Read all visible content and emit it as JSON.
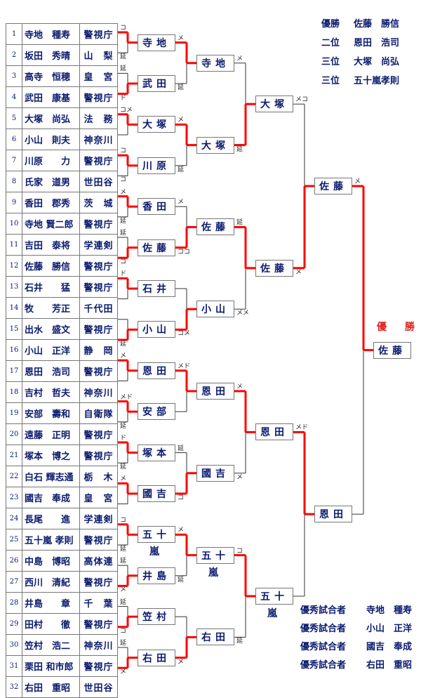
{
  "entrants": [
    {
      "no": "1",
      "name": "寺地　種寿",
      "team": "警視庁"
    },
    {
      "no": "2",
      "name": "坂田　秀晴",
      "team": "山　梨"
    },
    {
      "no": "3",
      "name": "高寺　恒穂",
      "team": "皇　宮"
    },
    {
      "no": "4",
      "name": "武田　康基",
      "team": "警視庁"
    },
    {
      "no": "5",
      "name": "大塚　尚弘",
      "team": "法　務"
    },
    {
      "no": "6",
      "name": "小山　則夫",
      "team": "神奈川"
    },
    {
      "no": "7",
      "name": "川原　　力",
      "team": "警視庁"
    },
    {
      "no": "8",
      "name": "氏家　道男",
      "team": "世田谷"
    },
    {
      "no": "9",
      "name": "香田　郡秀",
      "team": "茨　城"
    },
    {
      "no": "10",
      "name": "寺地 賢二郎",
      "team": "警視庁"
    },
    {
      "no": "11",
      "name": "吉田　泰将",
      "team": "学連剣"
    },
    {
      "no": "12",
      "name": "佐藤　勝信",
      "team": "警視庁"
    },
    {
      "no": "13",
      "name": "石井　　猛",
      "team": "警視庁"
    },
    {
      "no": "14",
      "name": "牧　　芳正",
      "team": "千代田"
    },
    {
      "no": "15",
      "name": "出水　盛文",
      "team": "警視庁"
    },
    {
      "no": "16",
      "name": "小山　正洋",
      "team": "静　岡"
    },
    {
      "no": "17",
      "name": "恩田　浩司",
      "team": "警視庁"
    },
    {
      "no": "18",
      "name": "吉村　哲夫",
      "team": "神奈川"
    },
    {
      "no": "19",
      "name": "安部　壽和",
      "team": "自衛隊"
    },
    {
      "no": "20",
      "name": "遠藤　正明",
      "team": "警視庁"
    },
    {
      "no": "21",
      "name": "塚本　博之",
      "team": "警視庁"
    },
    {
      "no": "22",
      "name": "白石 輝志通",
      "team": "栃　木"
    },
    {
      "no": "23",
      "name": "國吉　奉成",
      "team": "皇　宮"
    },
    {
      "no": "24",
      "name": "長尾　　進",
      "team": "学連剣"
    },
    {
      "no": "25",
      "name": "五十嵐 孝則",
      "team": "警視庁"
    },
    {
      "no": "26",
      "name": "中島　博昭",
      "team": "高体連"
    },
    {
      "no": "27",
      "name": "西川　清紀",
      "team": "警視庁"
    },
    {
      "no": "28",
      "name": "井島　　章",
      "team": "千　葉"
    },
    {
      "no": "29",
      "name": "田村　　徹",
      "team": "警視庁"
    },
    {
      "no": "30",
      "name": "笠村　浩二",
      "team": "神奈川"
    },
    {
      "no": "31",
      "name": "栗田 和市郎",
      "team": "警視庁"
    },
    {
      "no": "32",
      "name": "右田　重昭",
      "team": "世田谷"
    }
  ],
  "round1_winners": [
    "寺地",
    "武田",
    "大塚",
    "川原",
    "香田",
    "佐藤",
    "石井",
    "小山",
    "恩田",
    "安部",
    "塚本",
    "國吉",
    "五十嵐",
    "井島",
    "笠村",
    "右田"
  ],
  "round2_winners": [
    "寺地",
    "大塚",
    "佐藤",
    "小山",
    "恩田",
    "國吉",
    "五十嵐",
    "右田"
  ],
  "quarterfinal_winners": [
    "大塚",
    "佐藤",
    "恩田",
    "五十嵐"
  ],
  "semifinal_winners": [
    "佐藤",
    "恩田"
  ],
  "champion": "佐藤",
  "champion_heading": "優　勝",
  "results": [
    {
      "rank": "優勝",
      "name": "佐藤　勝信"
    },
    {
      "rank": "二位",
      "name": "恩田　浩司"
    },
    {
      "rank": "三位",
      "name": "大塚　尚弘"
    },
    {
      "rank": "三位",
      "name": "五十嵐孝則"
    }
  ],
  "outstanding_bouts": [
    {
      "label": "優秀試合者",
      "name": "寺地　種寿"
    },
    {
      "label": "優秀試合者",
      "name": "小山　正洋"
    },
    {
      "label": "優秀試合者",
      "name": "國吉　奉成"
    },
    {
      "label": "優秀試合者",
      "name": "右田　重昭"
    }
  ],
  "score_marks": {
    "r1": [
      [
        "コ",
        "延"
      ],
      [
        "延",
        "ド"
      ],
      [
        "コメ",
        ""
      ],
      [
        "コ",
        "コ"
      ],
      [
        "メ",
        "延"
      ],
      [
        "延",
        "コ"
      ],
      [
        "ド",
        ""
      ],
      [
        "",
        "延"
      ],
      [
        "メ",
        ""
      ],
      [
        "メド",
        "延"
      ],
      [
        "ド",
        "延"
      ],
      [
        "メ",
        ""
      ],
      [
        "コ",
        "延"
      ],
      [
        "延",
        "メ"
      ],
      [
        "延",
        "コ"
      ],
      [
        "延",
        "メ"
      ]
    ],
    "r2": [
      [
        "メ",
        "延"
      ],
      [
        "メ",
        "延"
      ],
      [
        "メ",
        "ココ"
      ],
      [
        "",
        "コメ"
      ],
      [
        "メド",
        ""
      ],
      [
        "延",
        "コ"
      ],
      [
        "メ",
        "延"
      ],
      [
        "",
        "メ"
      ]
    ],
    "r3": [
      [
        "メ",
        "延"
      ],
      [
        "延",
        "メメ"
      ],
      [
        "メ",
        "メ"
      ],
      [
        "コ",
        "延"
      ]
    ],
    "r4": [
      [
        "メコ",
        "メ"
      ],
      [
        "メド",
        ""
      ]
    ],
    "r5": [
      [
        "メ",
        ""
      ]
    ]
  },
  "colors": {
    "winner_line": "#ff0000",
    "loser_line": "#333333",
    "text": "#0a1a6e",
    "champion_heading": "#e0201c"
  }
}
